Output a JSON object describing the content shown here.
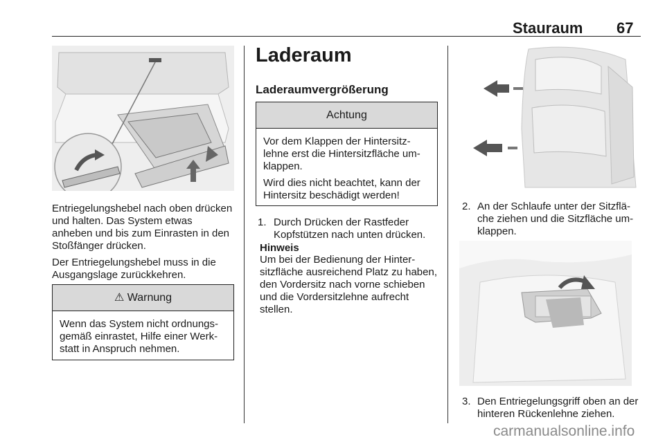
{
  "header": {
    "title": "Stauraum",
    "page_number": "67"
  },
  "left_column": {
    "image1_alt": "Entriegelungshebel Stoßfänger",
    "paragraphs": [
      "Entriegelungshebel nach oben drücken und halten. Das System et­was anheben und bis zum Einrasten in den Stoßfänger drücken.",
      "Der Entriegelungshebel muss in die Ausgangslage zurückkehren."
    ],
    "warning": {
      "title": "Warnung",
      "text": "Wenn das System nicht ordnungs­gemäß einrastet, Hilfe einer Werk­statt in Anspruch nehmen."
    }
  },
  "middle_column": {
    "heading": "Laderaum",
    "subheading": "Laderaumvergrößerung",
    "caution": {
      "title": "Achtung",
      "paragraphs": [
        "Vor dem Klappen der Hintersitz­lehne erst die Hintersitzfläche um­klappen.",
        "Wird dies nicht beachtet, kann der Hintersitz beschädigt werden!"
      ]
    },
    "step1": {
      "number": "1.",
      "text": "Durch Drücken der Rastfeder Kopfstützen nach unten drücken."
    },
    "note": {
      "title": "Hinweis",
      "text": "Um bei der Bedienung der Hinter­sitzfläche ausreichend Platz zu haben, den Vordersitz nach vorne schieben und die Vordersitzlehne aufrecht stellen."
    }
  },
  "right_column": {
    "step2": {
      "number": "2.",
      "text": "An der Schlaufe unter der Sitzflä­che ziehen und die Sitzfläche um­klappen."
    },
    "step3": {
      "number": "3.",
      "text": "Den Entriegelungsgriff oben an der hinteren Rückenlehne ziehen."
    }
  },
  "watermark": "carmanualsonline.info"
}
